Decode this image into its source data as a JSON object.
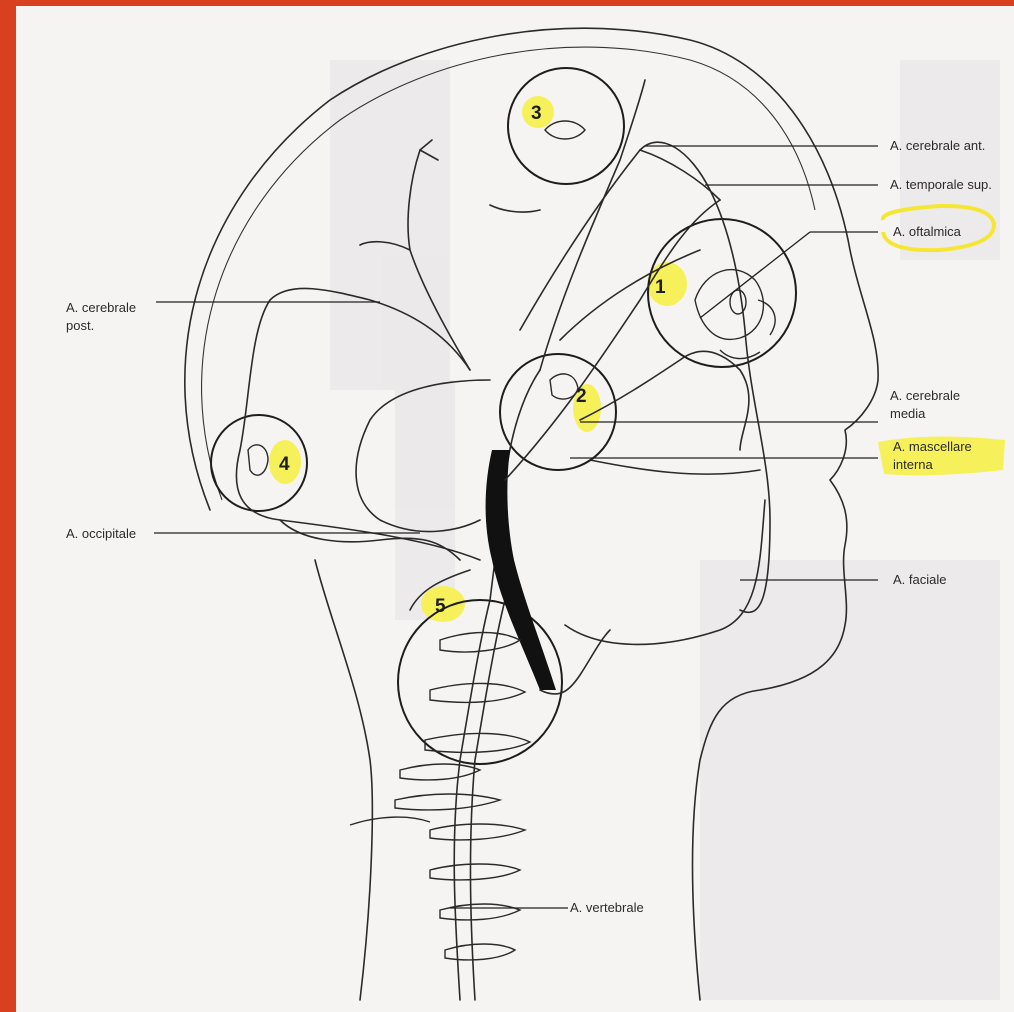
{
  "labels": {
    "cerebrale_ant": "A. cerebrale ant.",
    "temporale_sup": "A. temporale sup.",
    "oftalmica": "A. oftalmica",
    "cerebrale_post_1": "A. cerebrale",
    "cerebrale_post_2": "post.",
    "cerebrale_media_1": "A. cerebrale",
    "cerebrale_media_2": "media",
    "mascellare_1": "A. mascellare",
    "mascellare_2": "interna",
    "occipitale": "A. occipitale",
    "faciale": "A. faciale",
    "vertebrale": "A. vertebrale"
  },
  "numbers": [
    "1",
    "2",
    "3",
    "4",
    "5"
  ],
  "colors": {
    "border": "#d9401f",
    "paper": "#f6f4f3",
    "highlight": "#f6f05a",
    "ink": "#222222",
    "shade": "#e2e0e0"
  }
}
